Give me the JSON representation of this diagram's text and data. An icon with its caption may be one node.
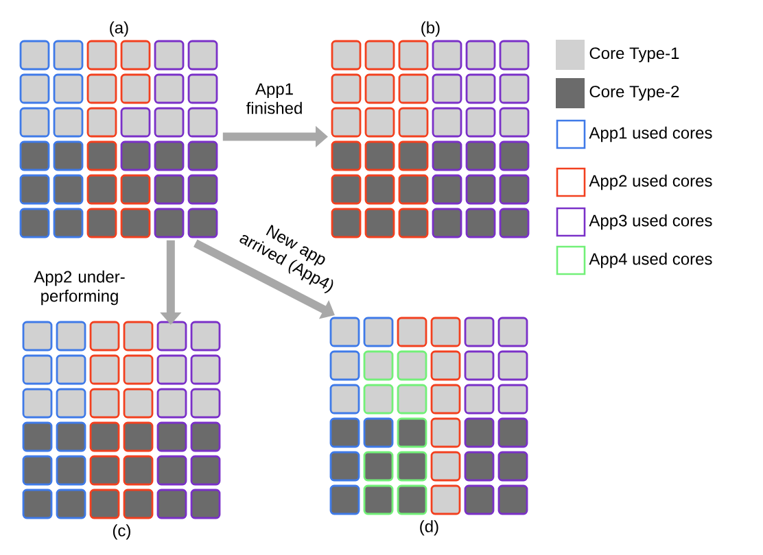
{
  "diagram": {
    "nodes": [
      {
        "text": [
          "(a)"
        ]
      },
      {
        "text": [
          "(b)"
        ]
      },
      {
        "text": [
          "(c)"
        ]
      },
      {
        "text": [
          "(d)"
        ]
      }
    ],
    "edges": [
      {
        "from": 0,
        "to": 1,
        "arrow": "to",
        "label": "App1 finished"
      },
      {
        "from": 0,
        "to": 2,
        "arrow": "to",
        "label": "App2 under-performing"
      },
      {
        "from": 0,
        "to": 3,
        "arrow": "to",
        "label": "New app arrived (App4)"
      }
    ],
    "legend": [
      {
        "text": "Core Type-1"
      },
      {
        "text": "Core Type-2",
        "color": "#6b6b6b"
      },
      {
        "text": "App1 used cores",
        "color": "#3f7ae8"
      },
      {
        "text": "App2 used cores",
        "color": "#f2401f"
      },
      {
        "text": "App3 used cores",
        "color": "#7a30c8"
      },
      {
        "text": "App4 used cores",
        "color": "#72f078"
      }
    ]
  }
}
